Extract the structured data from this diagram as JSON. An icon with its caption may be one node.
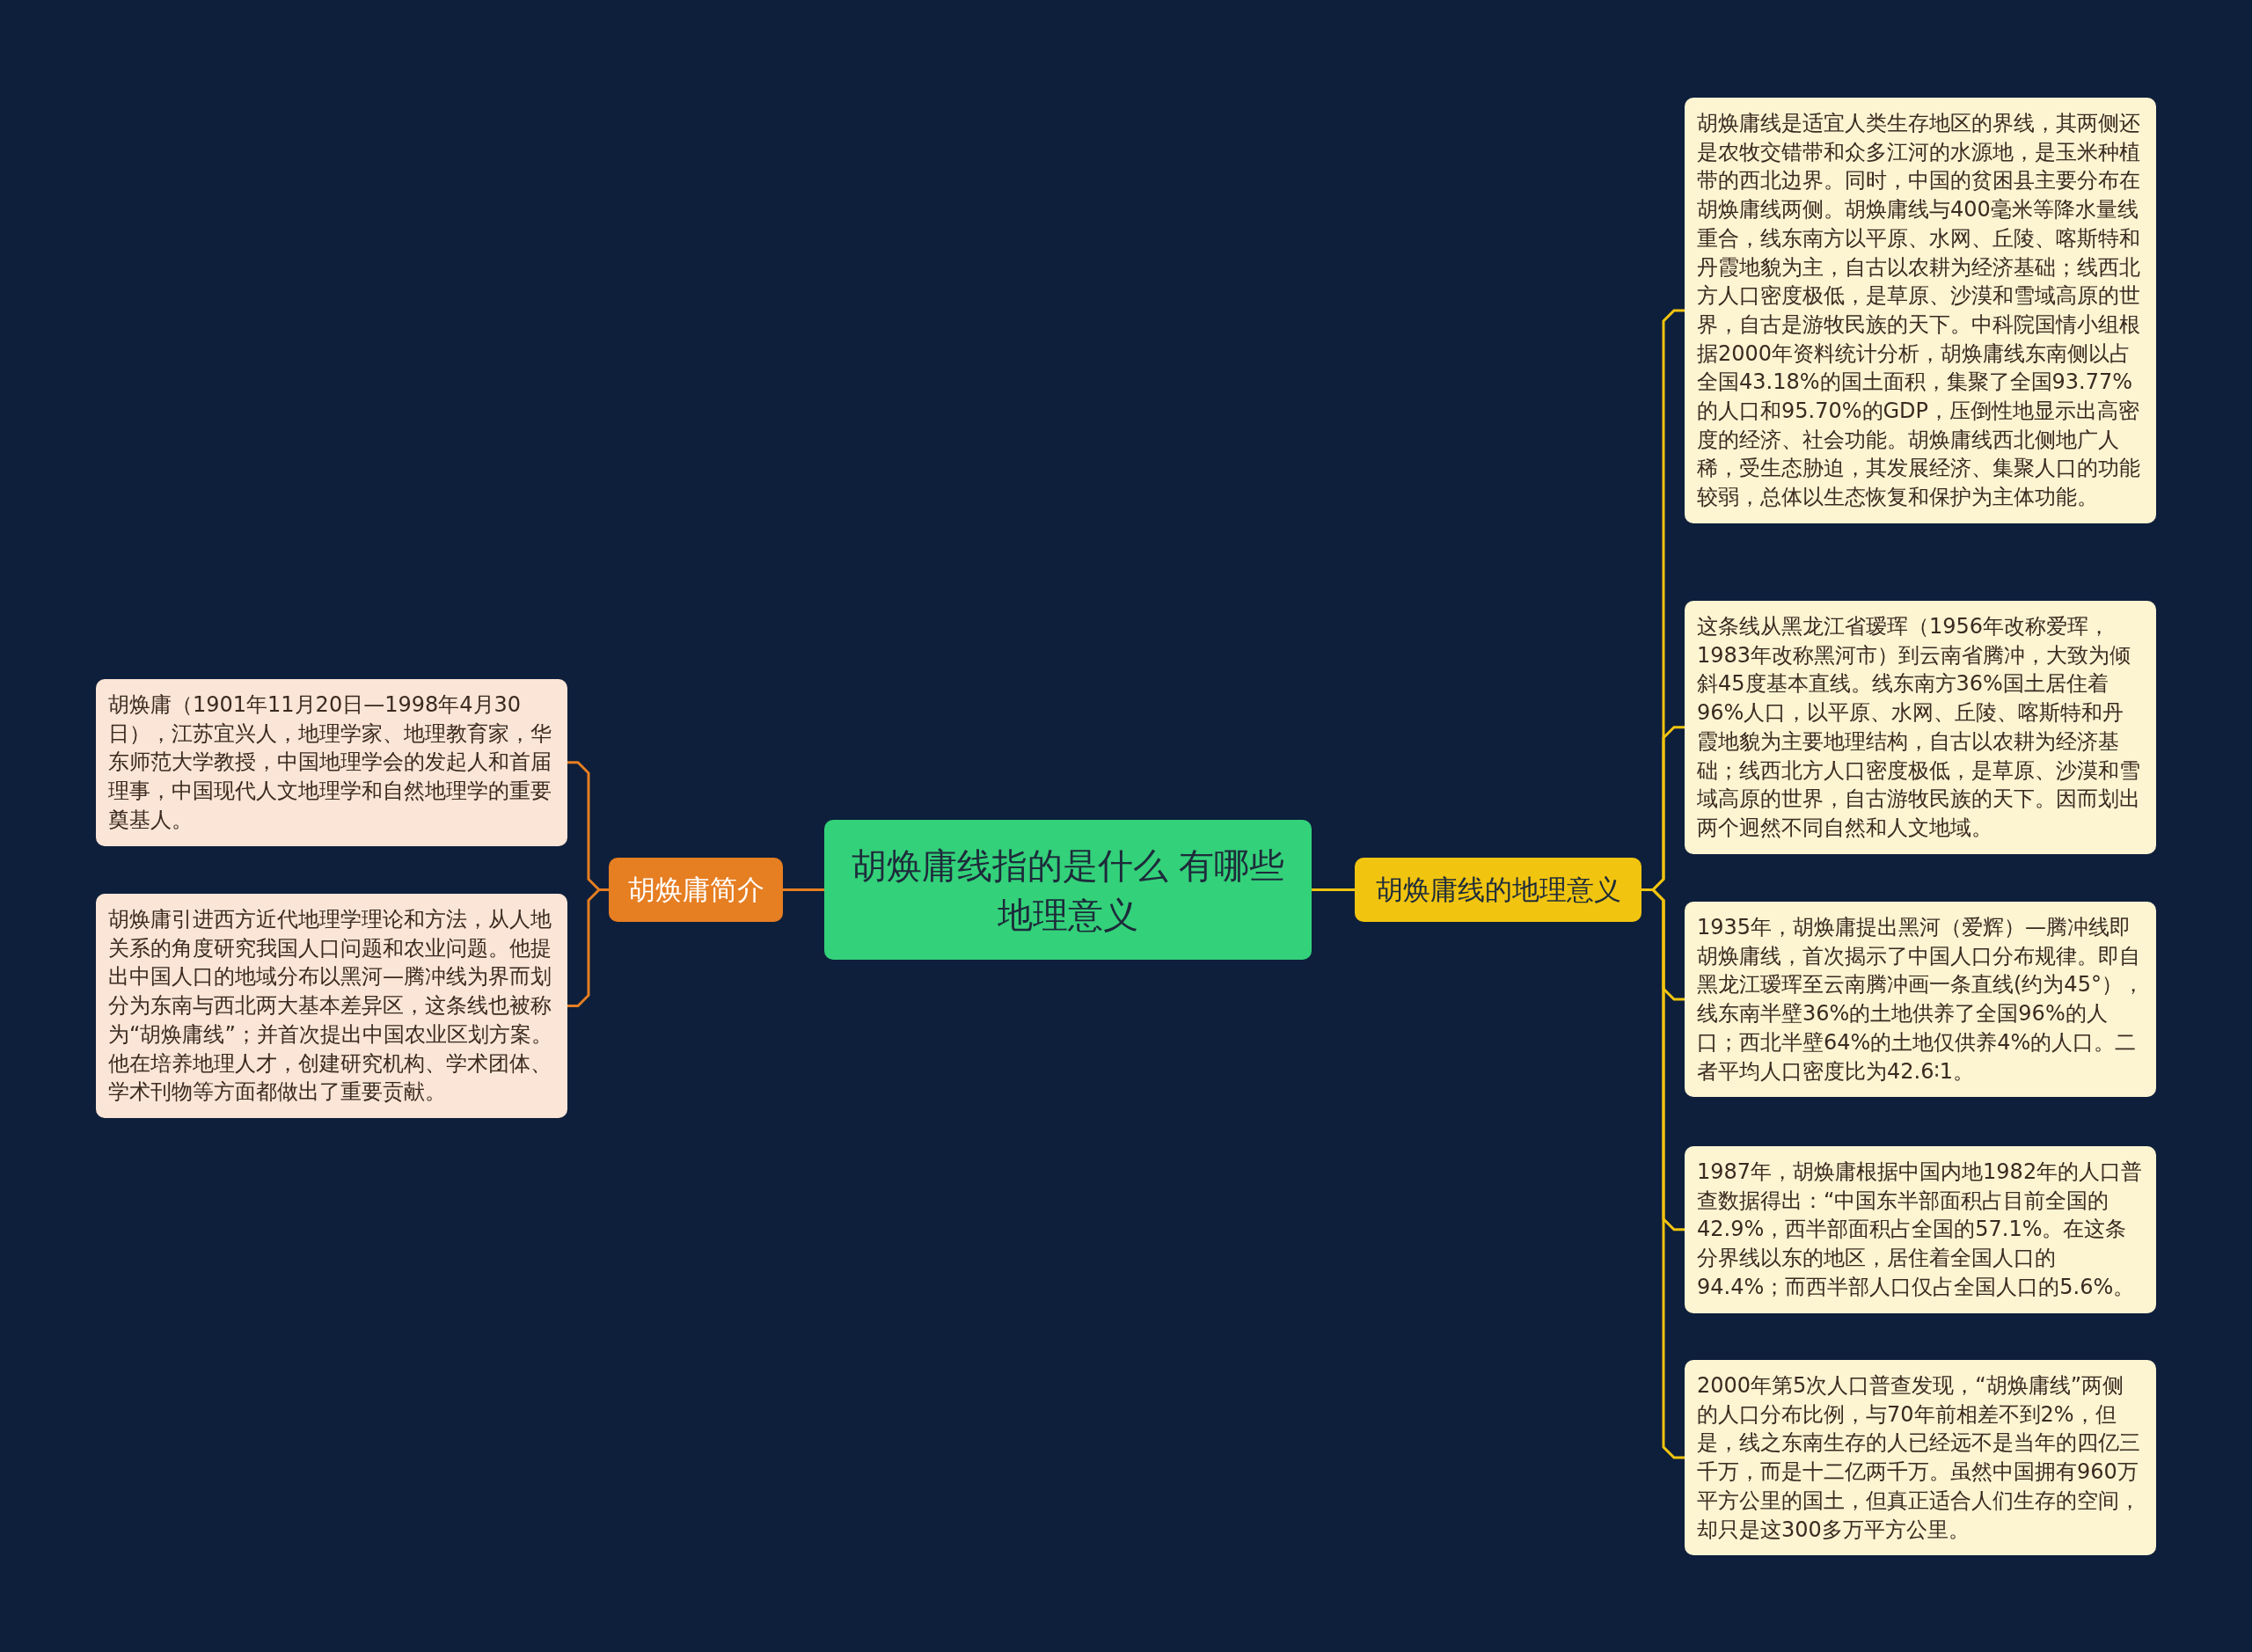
{
  "diagram": {
    "nodes": [
      {
        "text": [
          "胡焕庸线指的是什么 有哪些地理意义"
        ]
      },
      {
        "text": [
          "胡焕庸简介"
        ]
      },
      {
        "text": [
          "胡焕庸（1901年11月20日—1998年4月30日），江苏宜兴人，地理学家、地理教育家，华东师范大学教授，中国地理学会的发起人和首届理事，中国现代人文地理学和自然地理学的重要奠基人。"
        ]
      },
      {
        "text": [
          "胡焕庸引进西方近代地理学理论和方法，从人地关系的角度研究我国人口问题和农业问题。他提出中国人口的地域分布以黑河—腾冲线为界而划分为东南与西北两大基本差异区，这条线也被称为“胡焕庸线”；并首次提出中国农业区划方案。他在培养地理人才，创建研究机构、学术团体、学术刊物等方面都做出了重要贡献。"
        ]
      },
      {
        "text": [
          "胡焕庸线的地理意义"
        ]
      },
      {
        "text": [
          "胡焕庸线是适宜人类生存地区的界线，其两侧还是农牧交错带和众多江河的水源地，是玉米种植带的西北边界。同时，中国的贫困县主要分布在胡焕庸线两侧。胡焕庸线与400毫米等降水量线重合，线东南方以平原、水网、丘陵、喀斯特和丹霞地貌为主，自古以农耕为经济基础；线西北方人口密度极低，是草原、沙漠和雪域高原的世界，自古是游牧民族的天下。中科院国情小组根据2000年资料统计分析，胡焕庸线东南侧以占全国43.18%的国土面积，集聚了全国93.77%的人口和95.70%的GDP，压倒性地显示出高密度的经济、社会功能。胡焕庸线西北侧地广人稀，受生态胁迫，其发展经济、集聚人口的功能较弱，总体以生态恢复和保护为主体功能。"
        ]
      },
      {
        "text": [
          "这条线从黑龙江省瑷珲（1956年改称爱珲，1983年改称黑河市）到云南省腾冲，大致为倾斜45度基本直线。线东南方36%国土居住着96%人口，以平原、水网、丘陵、喀斯特和丹霞地貌为主要地理结构，自古以农耕为经济基础；线西北方人口密度极低，是草原、沙漠和雪域高原的世界，自古游牧民族的天下。因而划出两个迥然不同自然和人文地域。"
        ]
      },
      {
        "text": [
          "1935年，胡焕庸提出黑河（爱辉）—腾冲线即胡焕庸线，首次揭示了中国人口分布规律。即自黑龙江瑷珲至云南腾冲画一条直线(约为45°），线东南半壁36%的土地供养了全国96%的人口；西北半壁64%的土地仅供养4%的人口。二者平均人口密度比为42.6∶1。"
        ]
      },
      {
        "text": [
          "1987年，胡焕庸根据中国内地1982年的人口普查数据得出：“中国东半部面积占目前全国的42.9%，西半部面积占全国的57.1%。在这条分界线以东的地区，居住着全国人口的94.4%；而西半部人口仅占全国人口的5.6%。"
        ]
      },
      {
        "text": [
          "2000年第5次人口普查发现，“胡焕庸线”两侧的人口分布比例，与70年前相差不到2%，但是，线之东南生存的人已经远不是当年的四亿三千万，而是十二亿两千万。虽然中国拥有960万平方公里的国土，但真正适合人们生存的空间，却只是这300多万平方公里。"
        ]
      }
    ],
    "edges": [
      {
        "from": 0,
        "to": 1,
        "arrow": "none",
        "color": "#e67e22"
      },
      {
        "from": 1,
        "to": 2,
        "arrow": "none",
        "color": "#e67e22"
      },
      {
        "from": 1,
        "to": 3,
        "arrow": "none",
        "color": "#e67e22"
      },
      {
        "from": 0,
        "to": 4,
        "arrow": "none"
      },
      {
        "from": 4,
        "to": 5,
        "arrow": "none"
      },
      {
        "from": 4,
        "to": 6,
        "arrow": "none"
      },
      {
        "from": 4,
        "to": 7,
        "arrow": "none"
      },
      {
        "from": 4,
        "to": 8,
        "arrow": "none"
      },
      {
        "from": 4,
        "to": 9,
        "arrow": "none"
      }
    ]
  }
}
